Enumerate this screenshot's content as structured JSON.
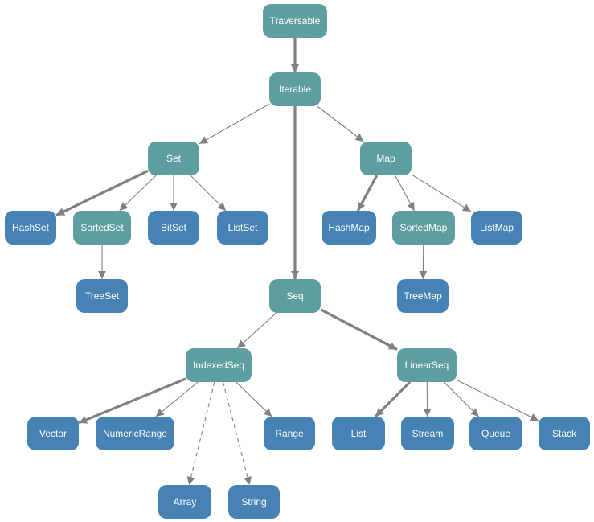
{
  "colors": {
    "trait_node": "#5f9ea0",
    "class_node": "#4682b4",
    "edge": "#808080",
    "node_text": "#ffffff",
    "background": "#ffffff"
  },
  "nodes": [
    {
      "id": "traversable",
      "label": "Traversable",
      "kind": "trait"
    },
    {
      "id": "iterable",
      "label": "Iterable",
      "kind": "trait"
    },
    {
      "id": "set",
      "label": "Set",
      "kind": "trait"
    },
    {
      "id": "map",
      "label": "Map",
      "kind": "trait"
    },
    {
      "id": "hashset",
      "label": "HashSet",
      "kind": "class"
    },
    {
      "id": "sortedset",
      "label": "SortedSet",
      "kind": "trait"
    },
    {
      "id": "bitset",
      "label": "BitSet",
      "kind": "class"
    },
    {
      "id": "listset",
      "label": "ListSet",
      "kind": "class"
    },
    {
      "id": "hashmap",
      "label": "HashMap",
      "kind": "class"
    },
    {
      "id": "sortedmap",
      "label": "SortedMap",
      "kind": "trait"
    },
    {
      "id": "listmap",
      "label": "ListMap",
      "kind": "class"
    },
    {
      "id": "treeset",
      "label": "TreeSet",
      "kind": "class"
    },
    {
      "id": "seq",
      "label": "Seq",
      "kind": "trait"
    },
    {
      "id": "treemap",
      "label": "TreeMap",
      "kind": "class"
    },
    {
      "id": "indexedseq",
      "label": "IndexedSeq",
      "kind": "trait"
    },
    {
      "id": "linearseq",
      "label": "LinearSeq",
      "kind": "trait"
    },
    {
      "id": "vector",
      "label": "Vector",
      "kind": "class"
    },
    {
      "id": "numericrange",
      "label": "NumericRange",
      "kind": "class"
    },
    {
      "id": "range",
      "label": "Range",
      "kind": "class"
    },
    {
      "id": "list",
      "label": "List",
      "kind": "class"
    },
    {
      "id": "stream",
      "label": "Stream",
      "kind": "class"
    },
    {
      "id": "queue",
      "label": "Queue",
      "kind": "class"
    },
    {
      "id": "stack",
      "label": "Stack",
      "kind": "class"
    },
    {
      "id": "array",
      "label": "Array",
      "kind": "class"
    },
    {
      "id": "string",
      "label": "String",
      "kind": "class"
    }
  ],
  "edges": [
    {
      "from": "traversable",
      "to": "iterable",
      "style": "bold"
    },
    {
      "from": "iterable",
      "to": "set",
      "style": "normal"
    },
    {
      "from": "iterable",
      "to": "map",
      "style": "normal"
    },
    {
      "from": "iterable",
      "to": "seq",
      "style": "bold"
    },
    {
      "from": "set",
      "to": "hashset",
      "style": "bold"
    },
    {
      "from": "set",
      "to": "sortedset",
      "style": "normal"
    },
    {
      "from": "set",
      "to": "bitset",
      "style": "normal"
    },
    {
      "from": "set",
      "to": "listset",
      "style": "normal"
    },
    {
      "from": "sortedset",
      "to": "treeset",
      "style": "normal"
    },
    {
      "from": "map",
      "to": "hashmap",
      "style": "bold"
    },
    {
      "from": "map",
      "to": "sortedmap",
      "style": "normal"
    },
    {
      "from": "map",
      "to": "listmap",
      "style": "normal"
    },
    {
      "from": "sortedmap",
      "to": "treemap",
      "style": "normal"
    },
    {
      "from": "seq",
      "to": "indexedseq",
      "style": "normal"
    },
    {
      "from": "seq",
      "to": "linearseq",
      "style": "bold"
    },
    {
      "from": "indexedseq",
      "to": "vector",
      "style": "bold"
    },
    {
      "from": "indexedseq",
      "to": "numericrange",
      "style": "normal"
    },
    {
      "from": "indexedseq",
      "to": "range",
      "style": "normal"
    },
    {
      "from": "indexedseq",
      "to": "array",
      "style": "dashed"
    },
    {
      "from": "indexedseq",
      "to": "string",
      "style": "dashed"
    },
    {
      "from": "linearseq",
      "to": "list",
      "style": "bold"
    },
    {
      "from": "linearseq",
      "to": "stream",
      "style": "normal"
    },
    {
      "from": "linearseq",
      "to": "queue",
      "style": "normal"
    },
    {
      "from": "linearseq",
      "to": "stack",
      "style": "normal"
    }
  ]
}
